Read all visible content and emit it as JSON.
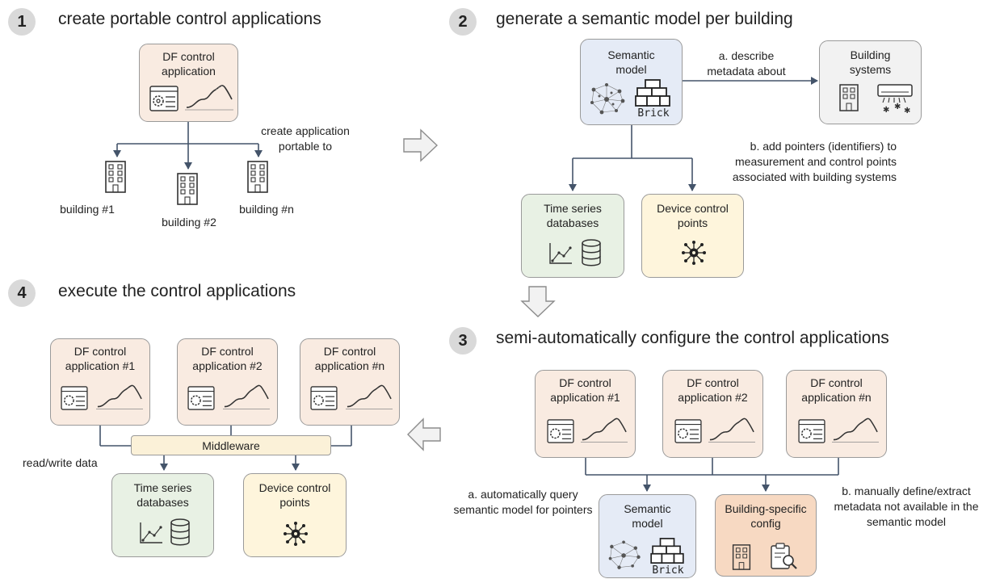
{
  "steps": [
    {
      "number": "1",
      "title": "create portable control applications"
    },
    {
      "number": "2",
      "title": "generate a semantic model per building"
    },
    {
      "number": "3",
      "title": "semi-automatically configure the control applications"
    },
    {
      "number": "4",
      "title": "execute the control applications"
    }
  ],
  "step1": {
    "app": "DF control application",
    "edge_label": "create application portable to",
    "buildings": [
      "building #1",
      "building #2",
      "building #n"
    ]
  },
  "step2": {
    "semantic_model": "Semantic model",
    "brick": "Brick",
    "building_systems": "Building systems",
    "label_a": "a. describe metadata about",
    "label_b": "b. add pointers (identifiers) to measurement and control points associated with building systems",
    "timeseries": "Time series databases",
    "device": "Device control points"
  },
  "step3": {
    "apps": [
      "DF control application #1",
      "DF control application #2",
      "DF control application #n"
    ],
    "label_a": "a. automatically query semantic model for pointers",
    "label_b": "b. manually define/extract metadata not available in the semantic model",
    "semantic_model": "Semantic model",
    "brick": "Brick",
    "config": "Building-specific config"
  },
  "step4": {
    "apps": [
      "DF control application #1",
      "DF control application #2",
      "DF control application #n"
    ],
    "middleware": "Middleware",
    "read_write": "read/write data",
    "timeseries": "Time series databases",
    "device": "Device control points"
  },
  "colors": {
    "peach": "#f9ebe1",
    "blue": "#e5ebf6",
    "gray": "#f2f2f2",
    "green": "#e8f1e4",
    "yellow": "#fef5dc",
    "orange": "#f7d9c2",
    "line": "#44546a"
  }
}
